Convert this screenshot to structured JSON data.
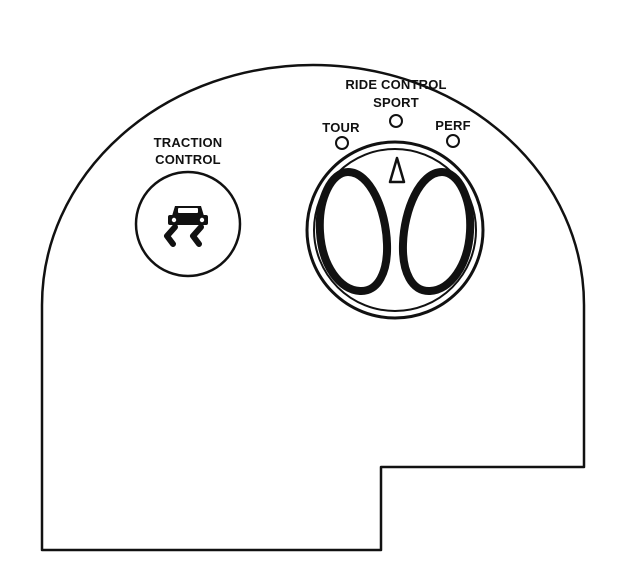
{
  "traction_control": {
    "label_line1": "TRACTION",
    "label_line2": "CONTROL",
    "button_icon": "skidding-car-icon"
  },
  "ride_control": {
    "title": "RIDE CONTROL",
    "modes": [
      "TOUR",
      "SPORT",
      "PERF"
    ],
    "indicator_icon": "pointer-triangle-icon"
  },
  "colors": {
    "line": "#111111",
    "background": "#ffffff"
  }
}
